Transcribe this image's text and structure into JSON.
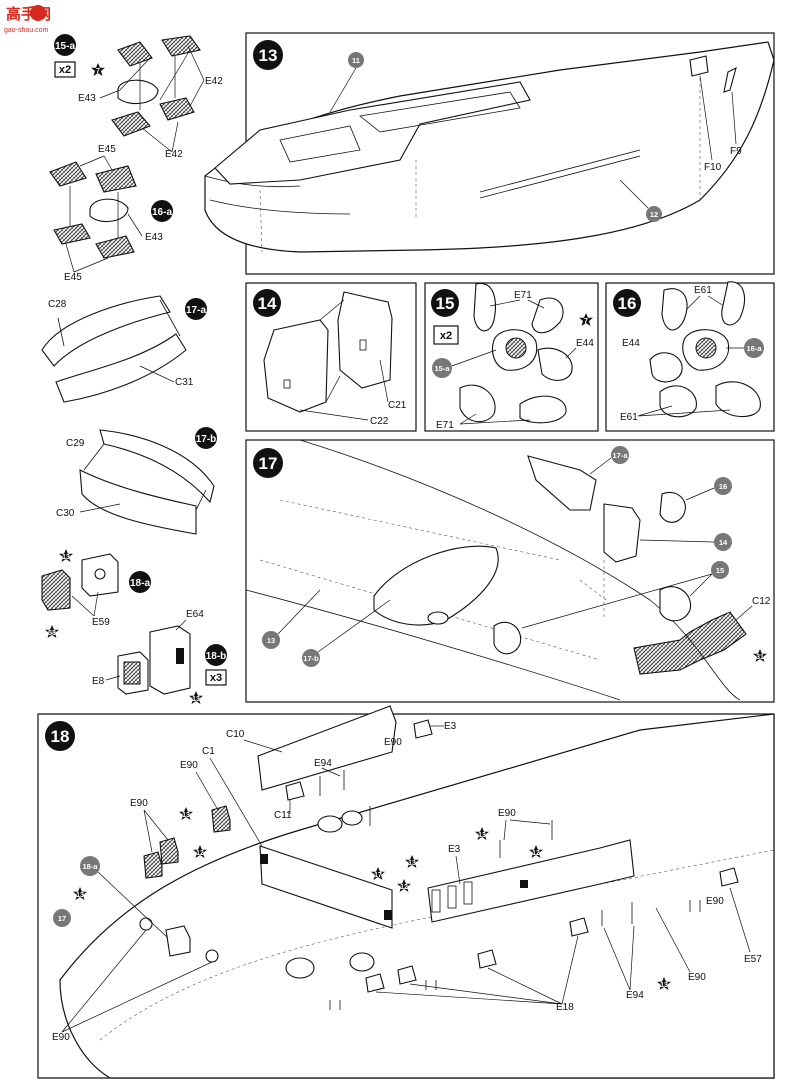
{
  "watermark": {
    "site": "高手网",
    "url": "gao-shou.com"
  },
  "paint_codes": [
    "7",
    "13",
    "12",
    "17",
    "31",
    "58"
  ],
  "steps": [
    {
      "id": "step-13",
      "number": "13",
      "ref_badges": [
        "11",
        "12"
      ],
      "part_labels": [
        "F10",
        "F9"
      ]
    },
    {
      "id": "step-14",
      "number": "14",
      "part_labels": [
        "C21",
        "C22"
      ]
    },
    {
      "id": "step-15",
      "number": "15",
      "multiplier": "x2",
      "ref_badge": "15-a",
      "paint": "7",
      "part_labels": [
        "E71",
        "E44",
        "E71"
      ]
    },
    {
      "id": "step-16",
      "number": "16",
      "ref_badge": "16-a",
      "part_labels": [
        "E61",
        "E44",
        "E61"
      ]
    },
    {
      "id": "step-17",
      "number": "17",
      "ref_badges": [
        "17-a",
        "16",
        "14",
        "15",
        "13",
        "17-b"
      ],
      "paint": "31",
      "part_labels": [
        "C12"
      ]
    },
    {
      "id": "step-18",
      "number": "18",
      "ref_badges": [
        "18-a",
        "17"
      ],
      "part_labels": [
        "C10",
        "C1",
        "E90",
        "E90",
        "E90",
        "E94",
        "E3",
        "E90",
        "E3",
        "C11",
        "E90",
        "E94",
        "E18",
        "E90",
        "E57",
        "E90"
      ],
      "paints": [
        "13",
        "12",
        "13",
        "17",
        "12",
        "13",
        "12",
        "13",
        "13"
      ]
    }
  ],
  "substeps": [
    {
      "id": "15-a",
      "multiplier": "x2",
      "paint": "7",
      "part_labels": [
        "E42",
        "E43",
        "E42"
      ]
    },
    {
      "id": "16-a",
      "part_labels": [
        "E45",
        "E43",
        "E45"
      ]
    },
    {
      "id": "17-a",
      "part_labels": [
        "C28",
        "C31"
      ]
    },
    {
      "id": "17-b",
      "part_labels": [
        "C29",
        "C30"
      ]
    },
    {
      "id": "18-a",
      "paints": [
        "13",
        "58"
      ],
      "part_labels": [
        "E59"
      ]
    },
    {
      "id": "18-b",
      "multiplier": "x3",
      "paint": "13",
      "part_labels": [
        "E64",
        "E8"
      ]
    }
  ]
}
